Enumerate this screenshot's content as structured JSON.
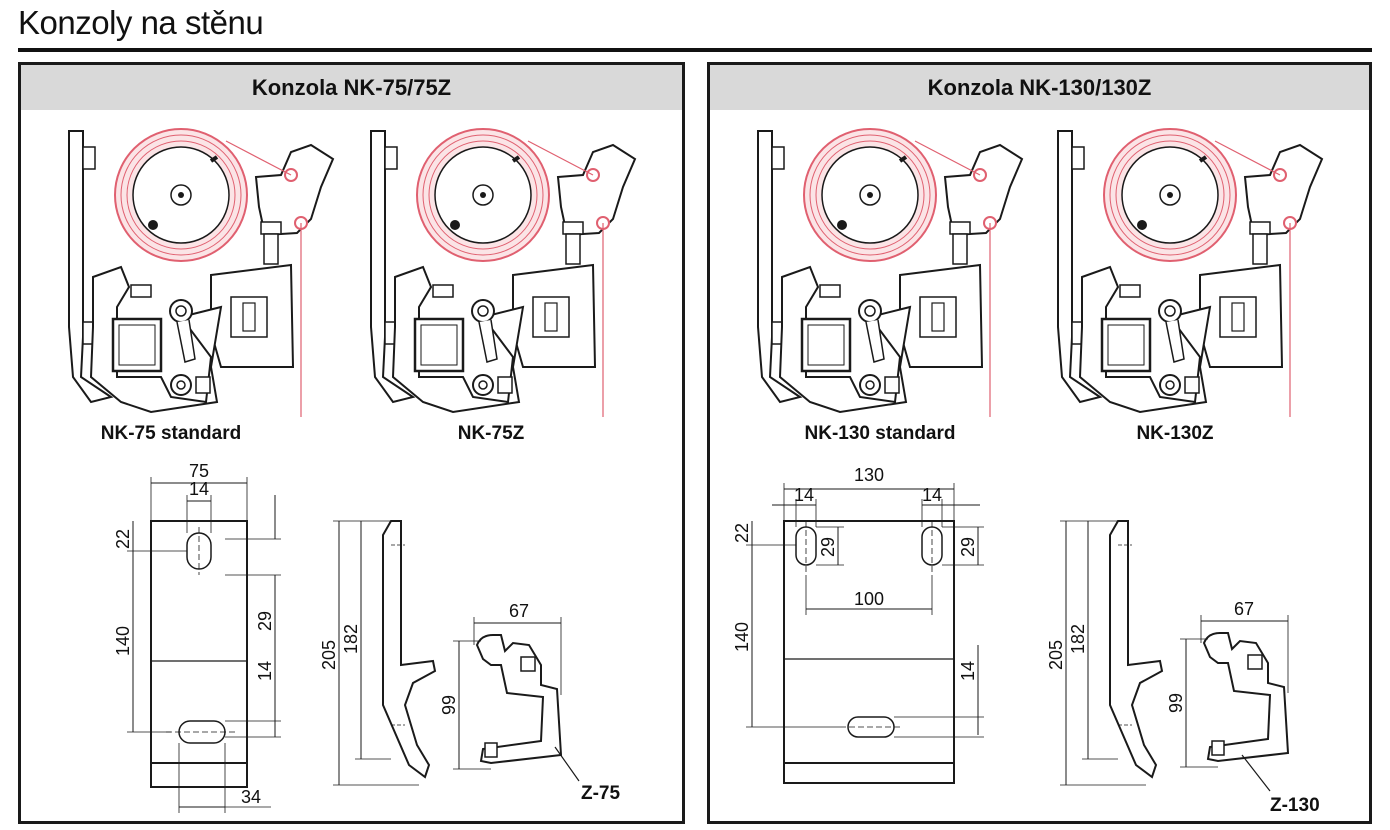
{
  "page": {
    "title": "Konzoly na stěnu"
  },
  "panels": [
    {
      "header": "Konzola NK-75/75Z",
      "captions": [
        "NK-75 standard",
        "NK-75Z"
      ],
      "dims": {
        "w_total": "75",
        "slot_w": "14",
        "top": "22",
        "height": "140",
        "slot_h": "29",
        "bottom_off": "14",
        "base": "34",
        "side_h": "205",
        "side_inner": "182",
        "clip_w": "67",
        "clip_h": "99"
      },
      "part_label": "Z-75"
    },
    {
      "header": "Konzola NK-130/130Z",
      "captions": [
        "NK-130 standard",
        "NK-130Z"
      ],
      "dims": {
        "w_total": "130",
        "slot_w_l": "14",
        "slot_w_r": "14",
        "top": "22",
        "slot_h_l": "29",
        "slot_h_r": "29",
        "spacing": "100",
        "height": "140",
        "bottom_off": "14",
        "side_h": "205",
        "side_inner": "182",
        "clip_w": "67",
        "clip_h": "99"
      },
      "part_label": "Z-130"
    }
  ],
  "colors": {
    "reel": "#e06070",
    "line": "#1a1a1a",
    "header_bg": "#d9d9d9"
  }
}
